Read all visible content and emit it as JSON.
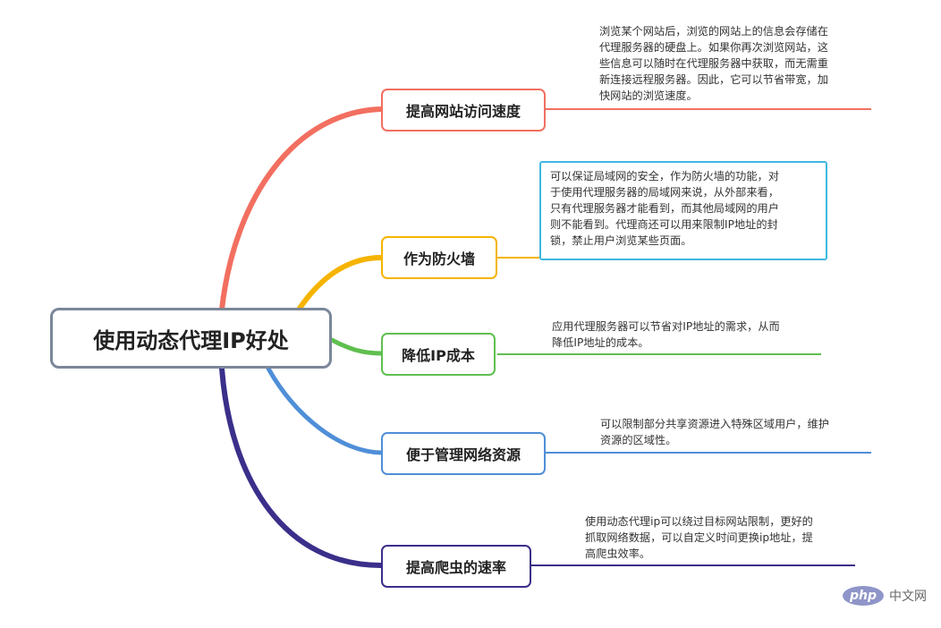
{
  "root": {
    "label": "使用动态代理IP好处",
    "color": "#7b8799"
  },
  "branches": [
    {
      "label": "提高网站访问速度",
      "color": "#f26f60",
      "desc": [
        "浏览某个网站后，浏览的网站上的信息会存储在",
        "代理服务器的硬盘上。如果你再次浏览网站，这",
        "些信息可以随时在代理服务器中获取，而无需重",
        "新连接远程服务器。因此，它可以节省带宽，加",
        "快网站的浏览速度。"
      ]
    },
    {
      "label": "作为防火墙",
      "color": "#f5b400",
      "desc": [
        "可以保证局域网的安全，作为防火墙的功能，对",
        "于使用代理服务器的局域网来说，从外部来看，",
        "只有代理服务器才能看到，而其他局域网的用户",
        "则不能看到。代理商还可以用来限制IP地址的封",
        "锁，禁止用户浏览某些页面。"
      ]
    },
    {
      "label": "降低IP成本",
      "color": "#5fbf4f",
      "desc": [
        "应用代理服务器可以节省对IP地址的需求，从而",
        "降低IP地址的成本。"
      ]
    },
    {
      "label": "便于管理网络资源",
      "color": "#4f8fd8",
      "desc": [
        "可以限制部分共享资源进入特殊区域用户，维护",
        "资源的区域性。"
      ]
    },
    {
      "label": "提高爬虫的速率",
      "color": "#3a2f8a",
      "desc": [
        "使用动态代理ip可以绕过目标网站限制，更好的",
        "抓取网络数据，可以自定义时间更换ip地址，提",
        "高爬虫效率。"
      ]
    }
  ],
  "watermark": {
    "logo": "php",
    "text": "中文网"
  }
}
